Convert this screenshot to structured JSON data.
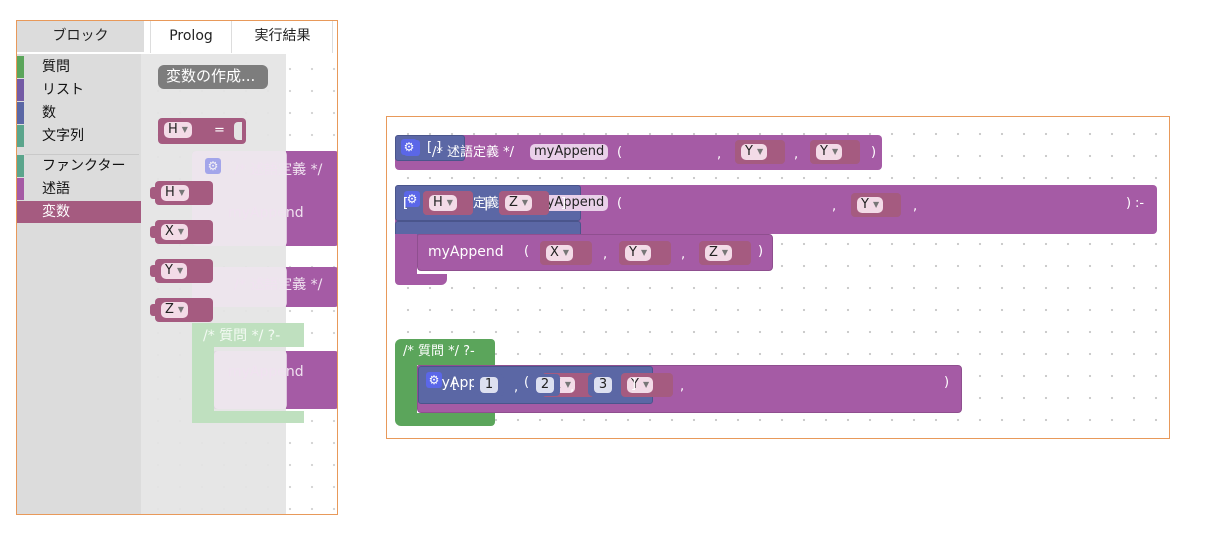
{
  "tabs": {
    "blocks": "ブロック",
    "prolog": "Prolog",
    "result": "実行結果"
  },
  "categories": [
    {
      "label": "質問",
      "color": "#5ba55b"
    },
    {
      "label": "リスト",
      "color": "#745ba5"
    },
    {
      "label": "数",
      "color": "#5b67a5"
    },
    {
      "label": "文字列",
      "color": "#5ba58c"
    },
    {
      "label": "ファンクター",
      "color": "#5ba58c"
    },
    {
      "label": "述語",
      "color": "#a55ba5"
    },
    {
      "label": "変数",
      "color": "#a55b80"
    }
  ],
  "flyout": {
    "create_var": "変数の作成...",
    "equals": "=",
    "vars": [
      "H",
      "X",
      "Y",
      "Z"
    ],
    "ghost_def": "/* 述語定義 */",
    "ghost_call": "myAppend",
    "ghost_query": "/* 質問 */ ?-"
  },
  "workspace": {
    "def_label": "/* 述語定義 */",
    "pred_name": "myAppend",
    "open_paren": "(",
    "close_paren": ")",
    "comma": ",",
    "bar": "|",
    "lbracket": "[",
    "rbracket": "]",
    "empty_list": "[ ]",
    "neck": ":-",
    "query_label": "/* 質問 */ ?-",
    "vars": {
      "H": "H",
      "X": "X",
      "Y": "Y",
      "Z": "Z"
    },
    "nums": [
      "1",
      "2",
      "3"
    ]
  },
  "colors": {
    "predicate": "#a55ba5",
    "variable": "#a55b80",
    "list": "#5b67a5",
    "query": "#5ba55b",
    "border": "#e8995a"
  },
  "icons": {
    "gear": "gear-icon",
    "dropdown": "chevron-down-icon"
  }
}
